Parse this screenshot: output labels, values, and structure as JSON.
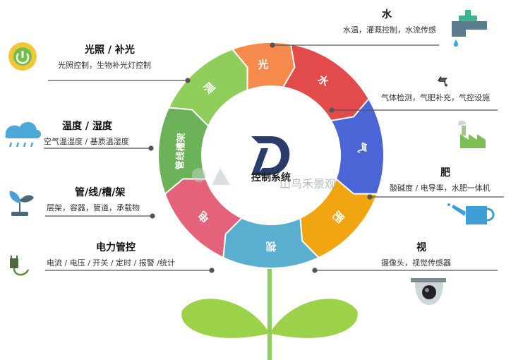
{
  "center": {
    "title": "控制系统",
    "logo_letter": "D"
  },
  "segments": [
    {
      "key": "water",
      "label": "水",
      "color": "#e34b4b",
      "start": 10,
      "end": 60
    },
    {
      "key": "gas",
      "label": "气",
      "color": "#4b65d6",
      "start": 60,
      "end": 110
    },
    {
      "key": "fert",
      "label": "肥",
      "color": "#f0a511",
      "start": 110,
      "end": 155
    },
    {
      "key": "vision",
      "label": "视",
      "color": "#5aaed0",
      "start": 155,
      "end": 205
    },
    {
      "key": "power",
      "label": "电",
      "color": "#e4637a",
      "start": 205,
      "end": 250
    },
    {
      "key": "rack",
      "label": "管线槽架",
      "color": "#6bb258",
      "start": 250,
      "end": 295
    },
    {
      "key": "temp",
      "label": "温",
      "color": "#8fce5a",
      "start": 295,
      "end": 340
    },
    {
      "key": "light",
      "label": "光",
      "color": "#f68a4d",
      "start": 340,
      "end": 370
    }
  ],
  "labels": {
    "water": {
      "title": "水",
      "desc": "水温，灌溉控制，水流传感"
    },
    "light": {
      "title": "光照 / 补光",
      "desc": "光照控制，生物补光灯控制"
    },
    "gas": {
      "title": "气",
      "desc": "气体检测，气肥补充，气控设施"
    },
    "temp": {
      "title": "温度 / 湿度",
      "desc": "空气温湿度 / 基质温湿度"
    },
    "fert": {
      "title": "肥",
      "desc": "酸碱度 / 电导率，水肥一体机"
    },
    "rack": {
      "title": "管/线/槽/架",
      "desc": "层架，容器，管道，承载物"
    },
    "vision": {
      "title": "视",
      "desc": "摄像头，视觉传感器"
    },
    "power": {
      "title": "电力管控",
      "desc": "电流 / 电压 / 开关 / 定时 / 报警 /统计"
    }
  },
  "watermark": "山鸟禾景观",
  "icons": [
    "faucet-icon",
    "solar-power-icon",
    "factory-icon",
    "rain-cloud-icon",
    "watering-can-icon",
    "sprout-icon",
    "camera-icon",
    "power-plug-icon"
  ]
}
